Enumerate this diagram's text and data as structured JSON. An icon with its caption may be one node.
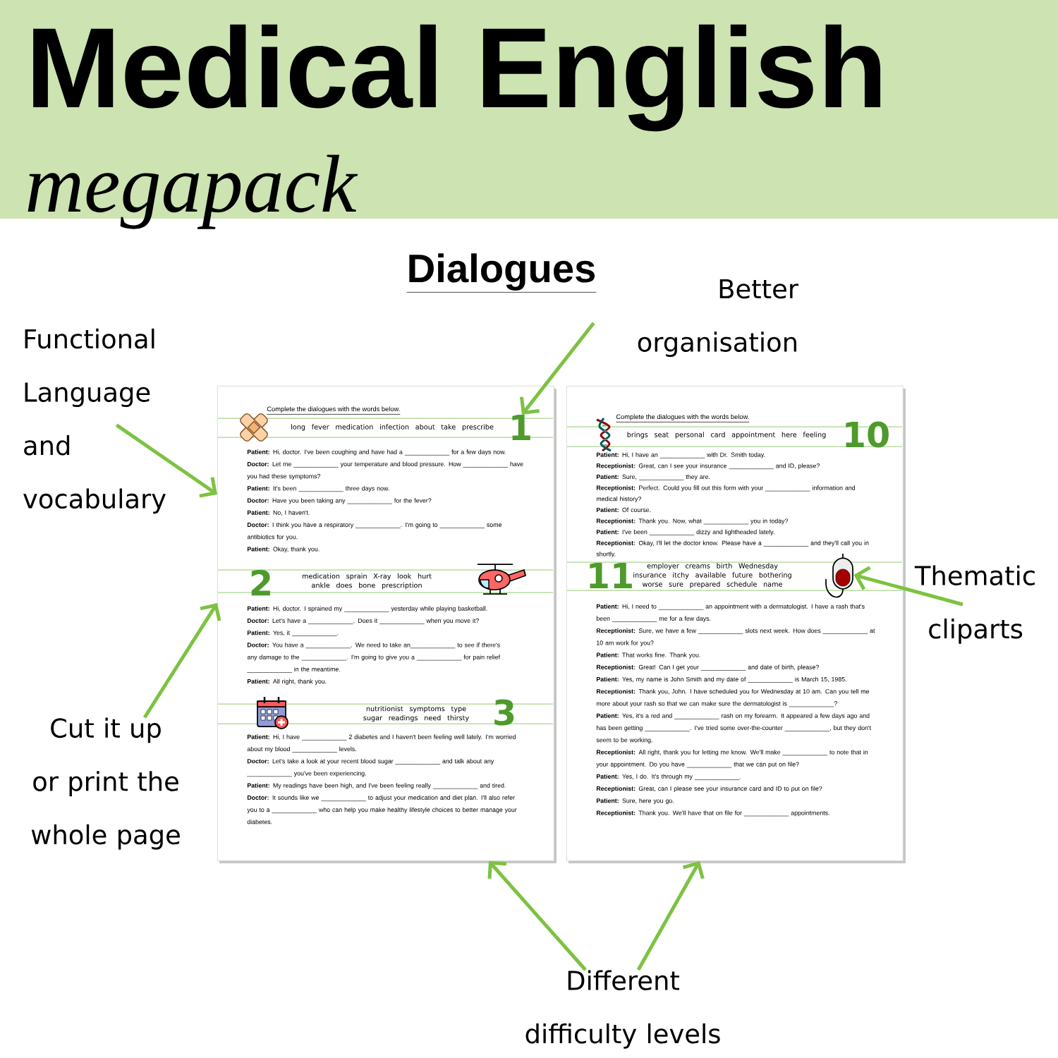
{
  "diagram": {
    "title": "Medical English",
    "nodes": [
      {
        "text": [
          "Functional Language and vocabulary"
        ]
      },
      {
        "text": [
          "Better organisation"
        ]
      },
      {
        "text": [
          "Complete the dialogues with the words below."
        ]
      },
      {
        "text": [
          "long fever medication infection about take prescribe",
          "1",
          "**Patient:** Hi, doctor. I've been coughing and have had a _____________ for a few days now.",
          "**Doctor:** Let me _____________ your temperature and blood pressure. How _____________ have you had these symptoms?",
          "**Patient:** It's been _____________ three days now.",
          "**Doctor:** Have you been taking any _____________ for the fever?",
          "**Patient:** No, I haven't.",
          "**Doctor:** I think you have a respiratory _____________. I'm going to _____________ some antibiotics for you.",
          "**Patient:** Okay, thank you."
        ],
        "in": 2
      },
      {
        "text": [
          "2",
          "medication sprain X-ray look hurt ankle does bone prescription",
          "**Patient:** Hi, doctor. I sprained my _____________ yesterday while playing basketball.",
          "**Doctor:** Let's have a _____________. Does it _____________ when you move it?",
          "**Patient:** Yes, it _____________.",
          "**Doctor:** You have a _____________. We need to take an_____________ to see if there's any damage to the _____________. I'm going to give you a _____________ for pain relief _____________ in the meantime.",
          "**Patient:** All right, thank you."
        ],
        "in": 2
      },
      {
        "text": [
          "nutritionist symptoms type sugar readings need thirsty",
          "3",
          "**Patient:** Hi, I have _____________ 2 diabetes and I haven't been feeling well lately. I'm worried about my blood _____________ levels.",
          "**Doctor:** Let's take a look at your recent blood sugar _____________ and talk about any _____________ you've been experiencing.",
          "**Patient:** My readings have been high, and I've been feeling really _____________ and tired.",
          "**Doctor:** It sounds like we _____________ to adjust your medication and diet plan. I'll also refer you to a _____________ who can help you make healthy lifestyle choices to better manage your diabetes."
        ],
        "in": 2
      },
      {
        "text": [
          "Complete the dialogues with the words below."
        ]
      },
      {
        "text": [
          "brings seat personal card appointment here feeling",
          "10",
          "**Patient:** Hi, I have an _____________ with Dr. Smith today.",
          "**Receptionist:** Great, can I see your insurance _____________ and ID, please?",
          "**Patient:** Sure, _____________ they are.",
          "**Receptionist:** Perfect. Could you fill out this form with your _____________ information and medical history?",
          "**Patient:** Of course.",
          "**Receptionist:** Thank you. Now, what _____________ you in today?",
          "**Patient:** I've been _____________ dizzy and lightheaded lately.",
          "**Receptionist:** Okay, I'll let the doctor know. Please have a _____________ and they'll call you in shortly."
        ],
        "in": 6
      },
      {
        "text": [
          "11",
          "employer creams birth Wednesday insurance itchy available future bothering worse sure prepared schedule name",
          "**Patient:** Hi, I need to _____________ an appointment with a dermatologist. I have a rash that's been _____________ me for a few days.",
          "**Receptionist:** Sure, we have a few _____________ slots next week. How does _____________ at 10 am work for you?",
          "**Patient:** That works fine. Thank you.",
          "**Receptionist:** Great! Can I get your _____________ and date of birth, please?",
          "**Patient:** Yes, my name is John Smith and my date of _____________ is March 15, 1985.",
          "**Receptionist:** Thank you, John. I have scheduled you for Wednesday at 10 am. Can you tell me more about your rash so that we can make sure the dermatologist is _____________?",
          "**Patient:** Yes, it's a red and _____________ rash on my forearm. It appeared a few days ago and has been getting _____________. I've tried some over-the-counter _____________, but they don't seem to be working.",
          "**Receptionist:** All right, thank you for letting me know. We'll make _____________ to note that in your appointment. Do you have _____________ that we can put on file?",
          "**Patient:** Yes, I do. It's through my _____________.",
          "**Receptionist:** Great, can I please see your insurance card and ID to put on file?",
          "**Patient:** Sure, here you go.",
          "**Receptionist:** Thank you. We'll have that on file for _____________ appointments."
        ],
        "in": 6
      },
      {
        "text": [],
        "shape": "picture",
        "in": 8
      },
      {
        "text": [
          "Thematic cliparts"
        ]
      },
      {
        "text": [
          "Cut it up or print the whole page"
        ]
      },
      {
        "text": [
          "Different difficulty levels"
        ]
      }
    ],
    "edges": [
      {
        "from": 0,
        "to": 2,
        "arrow": "to"
      },
      {
        "from": 1,
        "to": 3,
        "arrow": "to"
      },
      {
        "from": 10,
        "to": 9,
        "arrow": "to"
      },
      {
        "from": 11,
        "to": 2,
        "arrow": "to"
      },
      {
        "from": 12,
        "to": 2,
        "arrow": "to"
      },
      {
        "from": 12,
        "to": 6,
        "arrow": "to"
      }
    ],
    "labels": [
      "megapack",
      "Dialogues"
    ]
  }
}
